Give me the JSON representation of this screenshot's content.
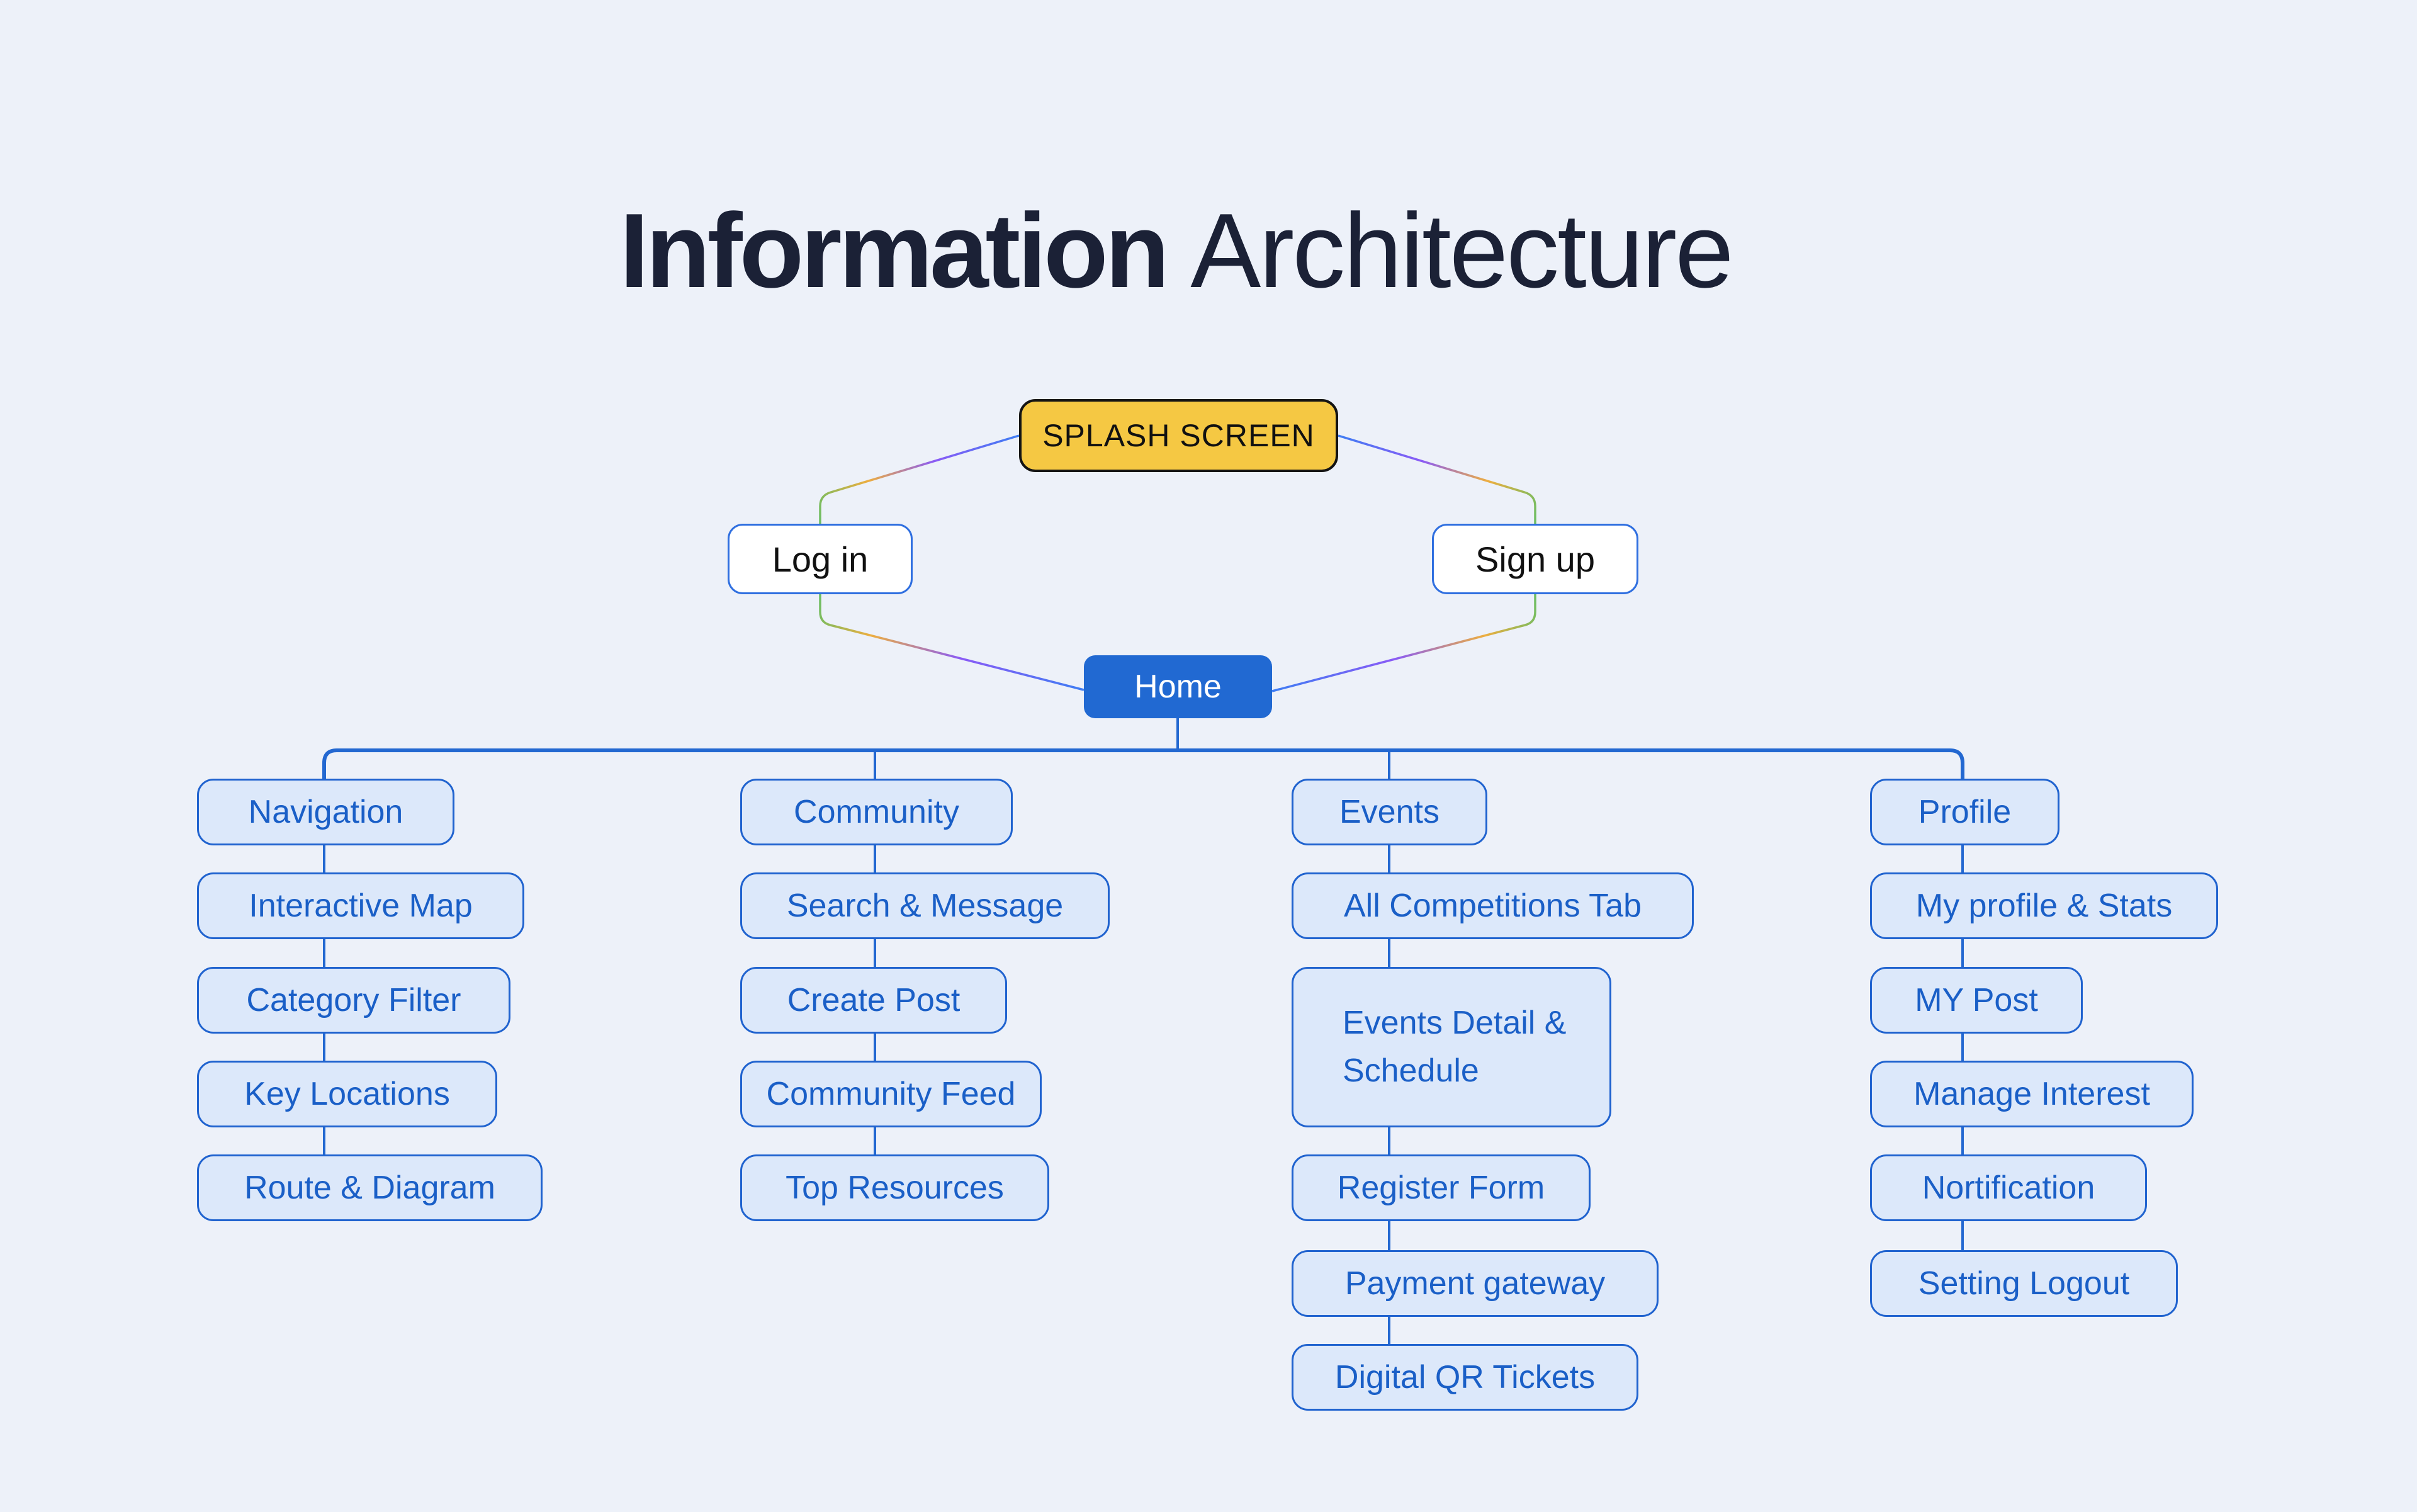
{
  "page": {
    "title_bold": "Information",
    "title_light": "Architecture"
  },
  "flow": {
    "splash": {
      "label": "SPLASH SCREEN"
    },
    "login": {
      "label": "Log in"
    },
    "signup": {
      "label": "Sign up"
    },
    "home": {
      "label": "Home"
    }
  },
  "columns": [
    {
      "header": "Navigation",
      "children": [
        "Interactive Map",
        "Category Filter",
        "Key Locations",
        "Route & Diagram"
      ]
    },
    {
      "header": "Community",
      "children": [
        "Search & Message",
        "Create Post",
        "Community Feed",
        "Top Resources"
      ]
    },
    {
      "header": "Events",
      "children": [
        "All Competitions Tab",
        "Events Detail & Schedule",
        "Register Form",
        "Payment gateway",
        "Digital QR Tickets"
      ]
    },
    {
      "header": "Profile",
      "children": [
        "My profile & Stats",
        "MY Post",
        "Manage Interest",
        "Nortification",
        "Setting Logout"
      ]
    }
  ],
  "colors": {
    "bg": "#EDF1F9",
    "title": "#1B2136",
    "node-fill": "#DCE8FA",
    "node-border": "#2063CF",
    "node-text": "#1A5FC7",
    "line": "#2368D1",
    "home-fill": "#2169D2",
    "splash-fill": "#F5C843",
    "splash-border": "#141414",
    "auth-border": "#2F6FE0",
    "gradient_blue": "#3E7DF3",
    "gradient_purple": "#8A5BF6",
    "gradient_amber": "#EDAE40",
    "gradient_green": "#6BBE63"
  }
}
